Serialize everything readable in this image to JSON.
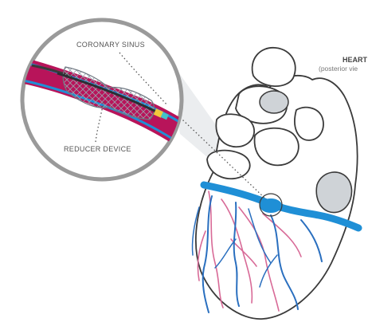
{
  "labels": {
    "coronary_sinus": "CORONARY SINUS",
    "reducer_device": "REDUCER DEVICE",
    "heart": "HEART",
    "heart_view": "(posterior vie"
  },
  "colors": {
    "vein_blue": "#1f8fd6",
    "vein_dark": "#2a6fbf",
    "vessel_wall": "#b8145a",
    "artery_pink": "#d86a97",
    "outline": "#3a3a3a",
    "callout_fill": "#e4e7ea",
    "device_marker": "#f2c83c",
    "device_tip": "#44c2c8"
  }
}
